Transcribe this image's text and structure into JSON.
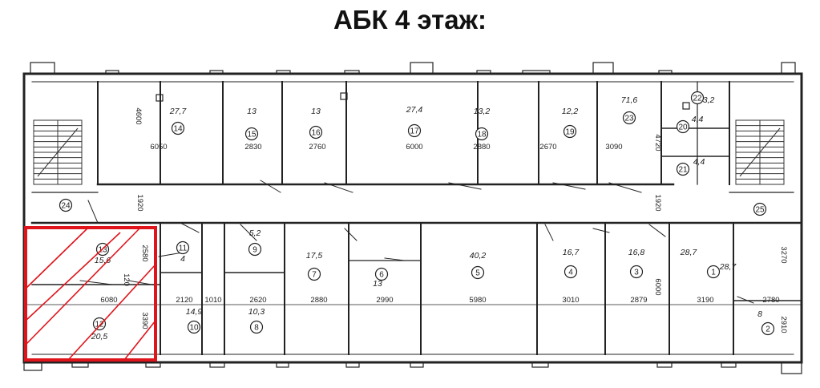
{
  "title": "АБК 4 этаж:",
  "highlight_color": "#e0141b",
  "rooms": [
    {
      "id": "r14",
      "num": "14",
      "area": "27,7"
    },
    {
      "id": "r15",
      "num": "15",
      "area": "13"
    },
    {
      "id": "r16",
      "num": "16",
      "area": "13"
    },
    {
      "id": "r17",
      "num": "17",
      "area": "27,4"
    },
    {
      "id": "r18",
      "num": "18",
      "area": "13,2"
    },
    {
      "id": "r19",
      "num": "19",
      "area": "12,2"
    },
    {
      "id": "r23",
      "num": "23",
      "area": "71,6"
    },
    {
      "id": "r22",
      "num": "22",
      "area": "3,2"
    },
    {
      "id": "r20",
      "num": "20",
      "area": "4,4"
    },
    {
      "id": "r21",
      "num": "21",
      "area": "4,4"
    },
    {
      "id": "r24",
      "num": "24",
      "area": ""
    },
    {
      "id": "r25",
      "num": "25",
      "area": ""
    },
    {
      "id": "r13",
      "num": "13",
      "area": "15,6"
    },
    {
      "id": "r12",
      "num": "12",
      "area": "20,5"
    },
    {
      "id": "r11",
      "num": "11",
      "area": "4"
    },
    {
      "id": "r10",
      "num": "10",
      "area": "14,9"
    },
    {
      "id": "r9",
      "num": "9",
      "area": "5,2"
    },
    {
      "id": "r8",
      "num": "8",
      "area": "10,3"
    },
    {
      "id": "r7",
      "num": "7",
      "area": "17,5"
    },
    {
      "id": "r6",
      "num": "6",
      "area": "13"
    },
    {
      "id": "r5",
      "num": "5",
      "area": "40,2"
    },
    {
      "id": "r4",
      "num": "4",
      "area": "16,7"
    },
    {
      "id": "r3",
      "num": "3",
      "area": "16,8"
    },
    {
      "id": "r1",
      "num": "1",
      "area": "28,7"
    },
    {
      "id": "r1b",
      "num": "",
      "area": "28,7"
    },
    {
      "id": "r2",
      "num": "2",
      "area": "8"
    }
  ],
  "dimensions": [
    "4600",
    "6050",
    "2830",
    "2760",
    "6000",
    "2880",
    "2670",
    "3090",
    "4720",
    "1920",
    "1920",
    "2580",
    "120",
    "3390",
    "6080",
    "2120",
    "1010",
    "2620",
    "2880",
    "2990",
    "5980",
    "3010",
    "2879",
    "6000",
    "3190",
    "2780",
    "3270",
    "2910"
  ]
}
